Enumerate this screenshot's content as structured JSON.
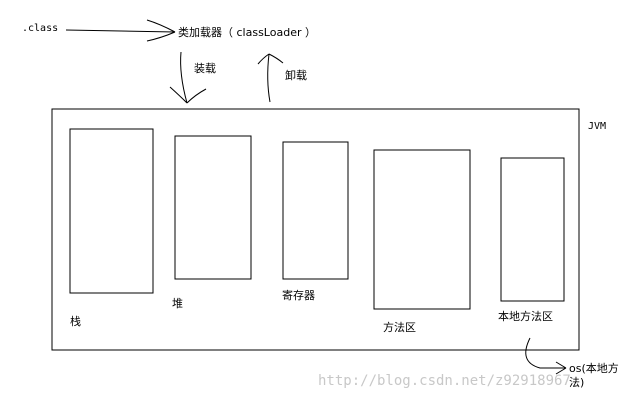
{
  "source_label": ".class",
  "classloader_label": "类加载器（ classLoader ）",
  "load_label": "装载",
  "unload_label": "卸载",
  "jvm_label": "JVM",
  "areas": {
    "stack": "栈",
    "heap": "堆",
    "register": "寄存器",
    "method_area": "方法区",
    "native_method_area": "本地方法区"
  },
  "os_label_line1": "os(本地方",
  "os_label_line2": "法)",
  "watermark": "http://blog.csdn.net/z92918967"
}
